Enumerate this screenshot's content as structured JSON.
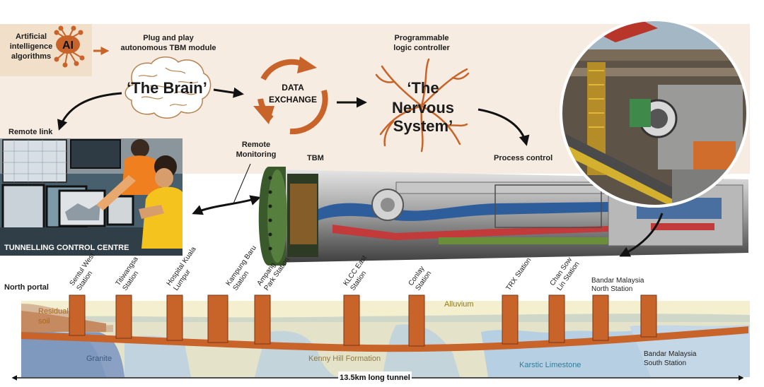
{
  "top": {
    "ai_label": [
      "Artificial",
      "intelligence",
      "algorithms"
    ],
    "ai_badge": "AI",
    "brain_caption": [
      "Plug and play",
      "autonomous TBM module"
    ],
    "brain_title": "‘The Brain’",
    "data_exchange": [
      "DATA",
      "EXCHANGE"
    ],
    "plc_caption": [
      "Programmable",
      "logic controller"
    ],
    "nervous_title": [
      "‘The",
      "Nervous",
      "System’"
    ],
    "remote_link": "Remote link",
    "remote_monitoring": [
      "Remote",
      "Monitoring"
    ],
    "tbm_label": "TBM",
    "process_control": "Process control",
    "control_centre": "TUNNELLING CONTROL CENTRE"
  },
  "profile": {
    "north_portal": "North portal",
    "stations": [
      [
        "Sentul West",
        "Station"
      ],
      [
        "Titiwangsa",
        "Station"
      ],
      [
        "Hospital Kuala",
        "Lumpur"
      ],
      [
        "Kampung Baru",
        "Station"
      ],
      [
        "Ampang",
        "Park Station"
      ],
      [
        "KLCC East",
        "Station"
      ],
      [
        "Conlay",
        "Station"
      ],
      [
        "TRX Station"
      ],
      [
        "Chan Sow",
        "Lin Station"
      ]
    ],
    "bandar_north": [
      "Bandar Malaysia",
      "North Station"
    ],
    "bandar_south": [
      "Bandar Malaysia",
      "South Station"
    ],
    "residual_soil": [
      "Residual",
      "soil"
    ],
    "alluvium": "Alluvium",
    "granite": "Granite",
    "kenny_hill": "Kenny Hill Formation",
    "karstic": "Karstic Limestone",
    "tunnel_length": "13.5km long tunnel"
  },
  "colors": {
    "accent": "#c8642a",
    "beige": "#f6ece1",
    "granite": "#7f98bd",
    "limestone": "#b7cfe3",
    "sand": "#e4e2c9",
    "alluvium_text": "#8d7a17",
    "limestone_text": "#2f7e97",
    "residual_text": "#a9691c"
  }
}
